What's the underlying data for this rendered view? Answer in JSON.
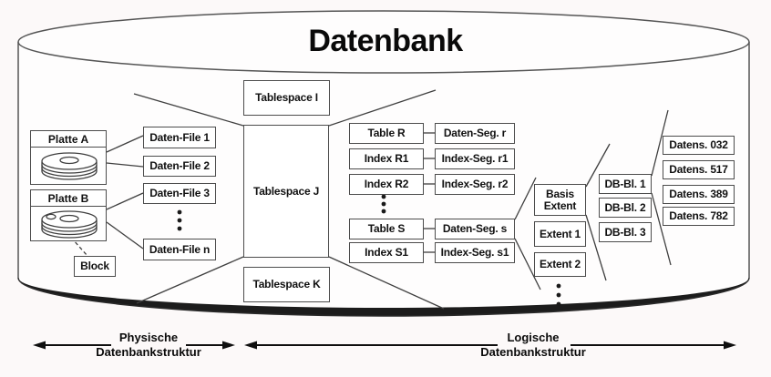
{
  "title": "Datenbank",
  "colors": {
    "background": "#fcf9f9",
    "box_border": "#4c4c4c",
    "line": "#3f3f3f",
    "shadow": "#1c1c1c",
    "text": "#111111"
  },
  "physical": {
    "disks": [
      {
        "label": "Platte A"
      },
      {
        "label": "Platte B"
      }
    ],
    "block_label": "Block",
    "daten_files": [
      "Daten-File 1",
      "Daten-File 2",
      "Daten-File 3",
      "Daten-File n"
    ]
  },
  "tablespaces": [
    "Tablespace I",
    "Tablespace J",
    "Tablespace K"
  ],
  "logical": {
    "tables": [
      "Table R",
      "Index R1",
      "Index R2",
      "Table S",
      "Index S1"
    ],
    "segments": [
      "Daten-Seg. r",
      "Index-Seg. r1",
      "Index-Seg. r2",
      "Daten-Seg. s",
      "Index-Seg. s1"
    ],
    "extents": [
      "Basis Extent",
      "Extent 1",
      "Extent 2"
    ],
    "db_blocks": [
      "DB-Bl. 1",
      "DB-Bl. 2",
      "DB-Bl. 3"
    ],
    "datensaetze": [
      "Datens. 032",
      "Datens. 517",
      "Datens. 389",
      "Datens. 782"
    ]
  },
  "footer": {
    "physical_line1": "Physische",
    "physical_line2": "Datenbankstruktur",
    "logical_line1": "Logische",
    "logical_line2": "Datenbankstruktur"
  }
}
